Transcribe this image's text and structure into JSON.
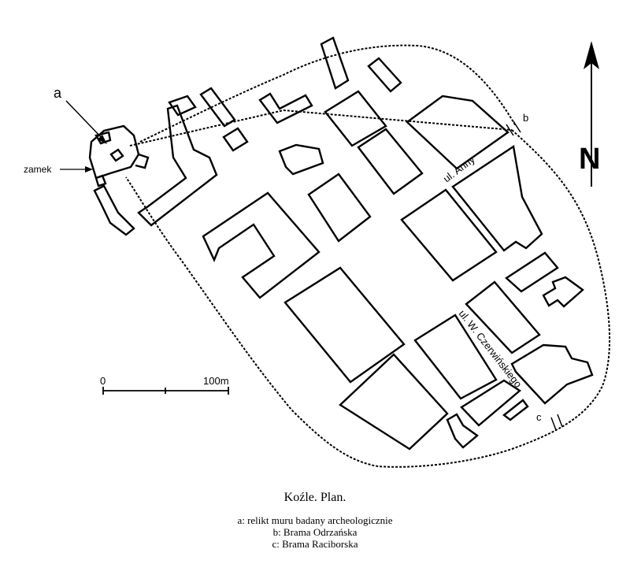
{
  "map": {
    "labels": {
      "a": "a",
      "b": "b",
      "c": "c",
      "zamek": "zamek",
      "north": "N"
    },
    "streets": [
      "ul. Anny",
      "ul. W. Czerwińskiego"
    ],
    "scale": {
      "start": "0",
      "end": "100m"
    }
  },
  "caption": {
    "title": "Koźle. Plan.",
    "legend": [
      "a: relikt muru badany archeologicznie",
      "b: Brama Odrzańska",
      "c: Brama Raciborska"
    ]
  }
}
